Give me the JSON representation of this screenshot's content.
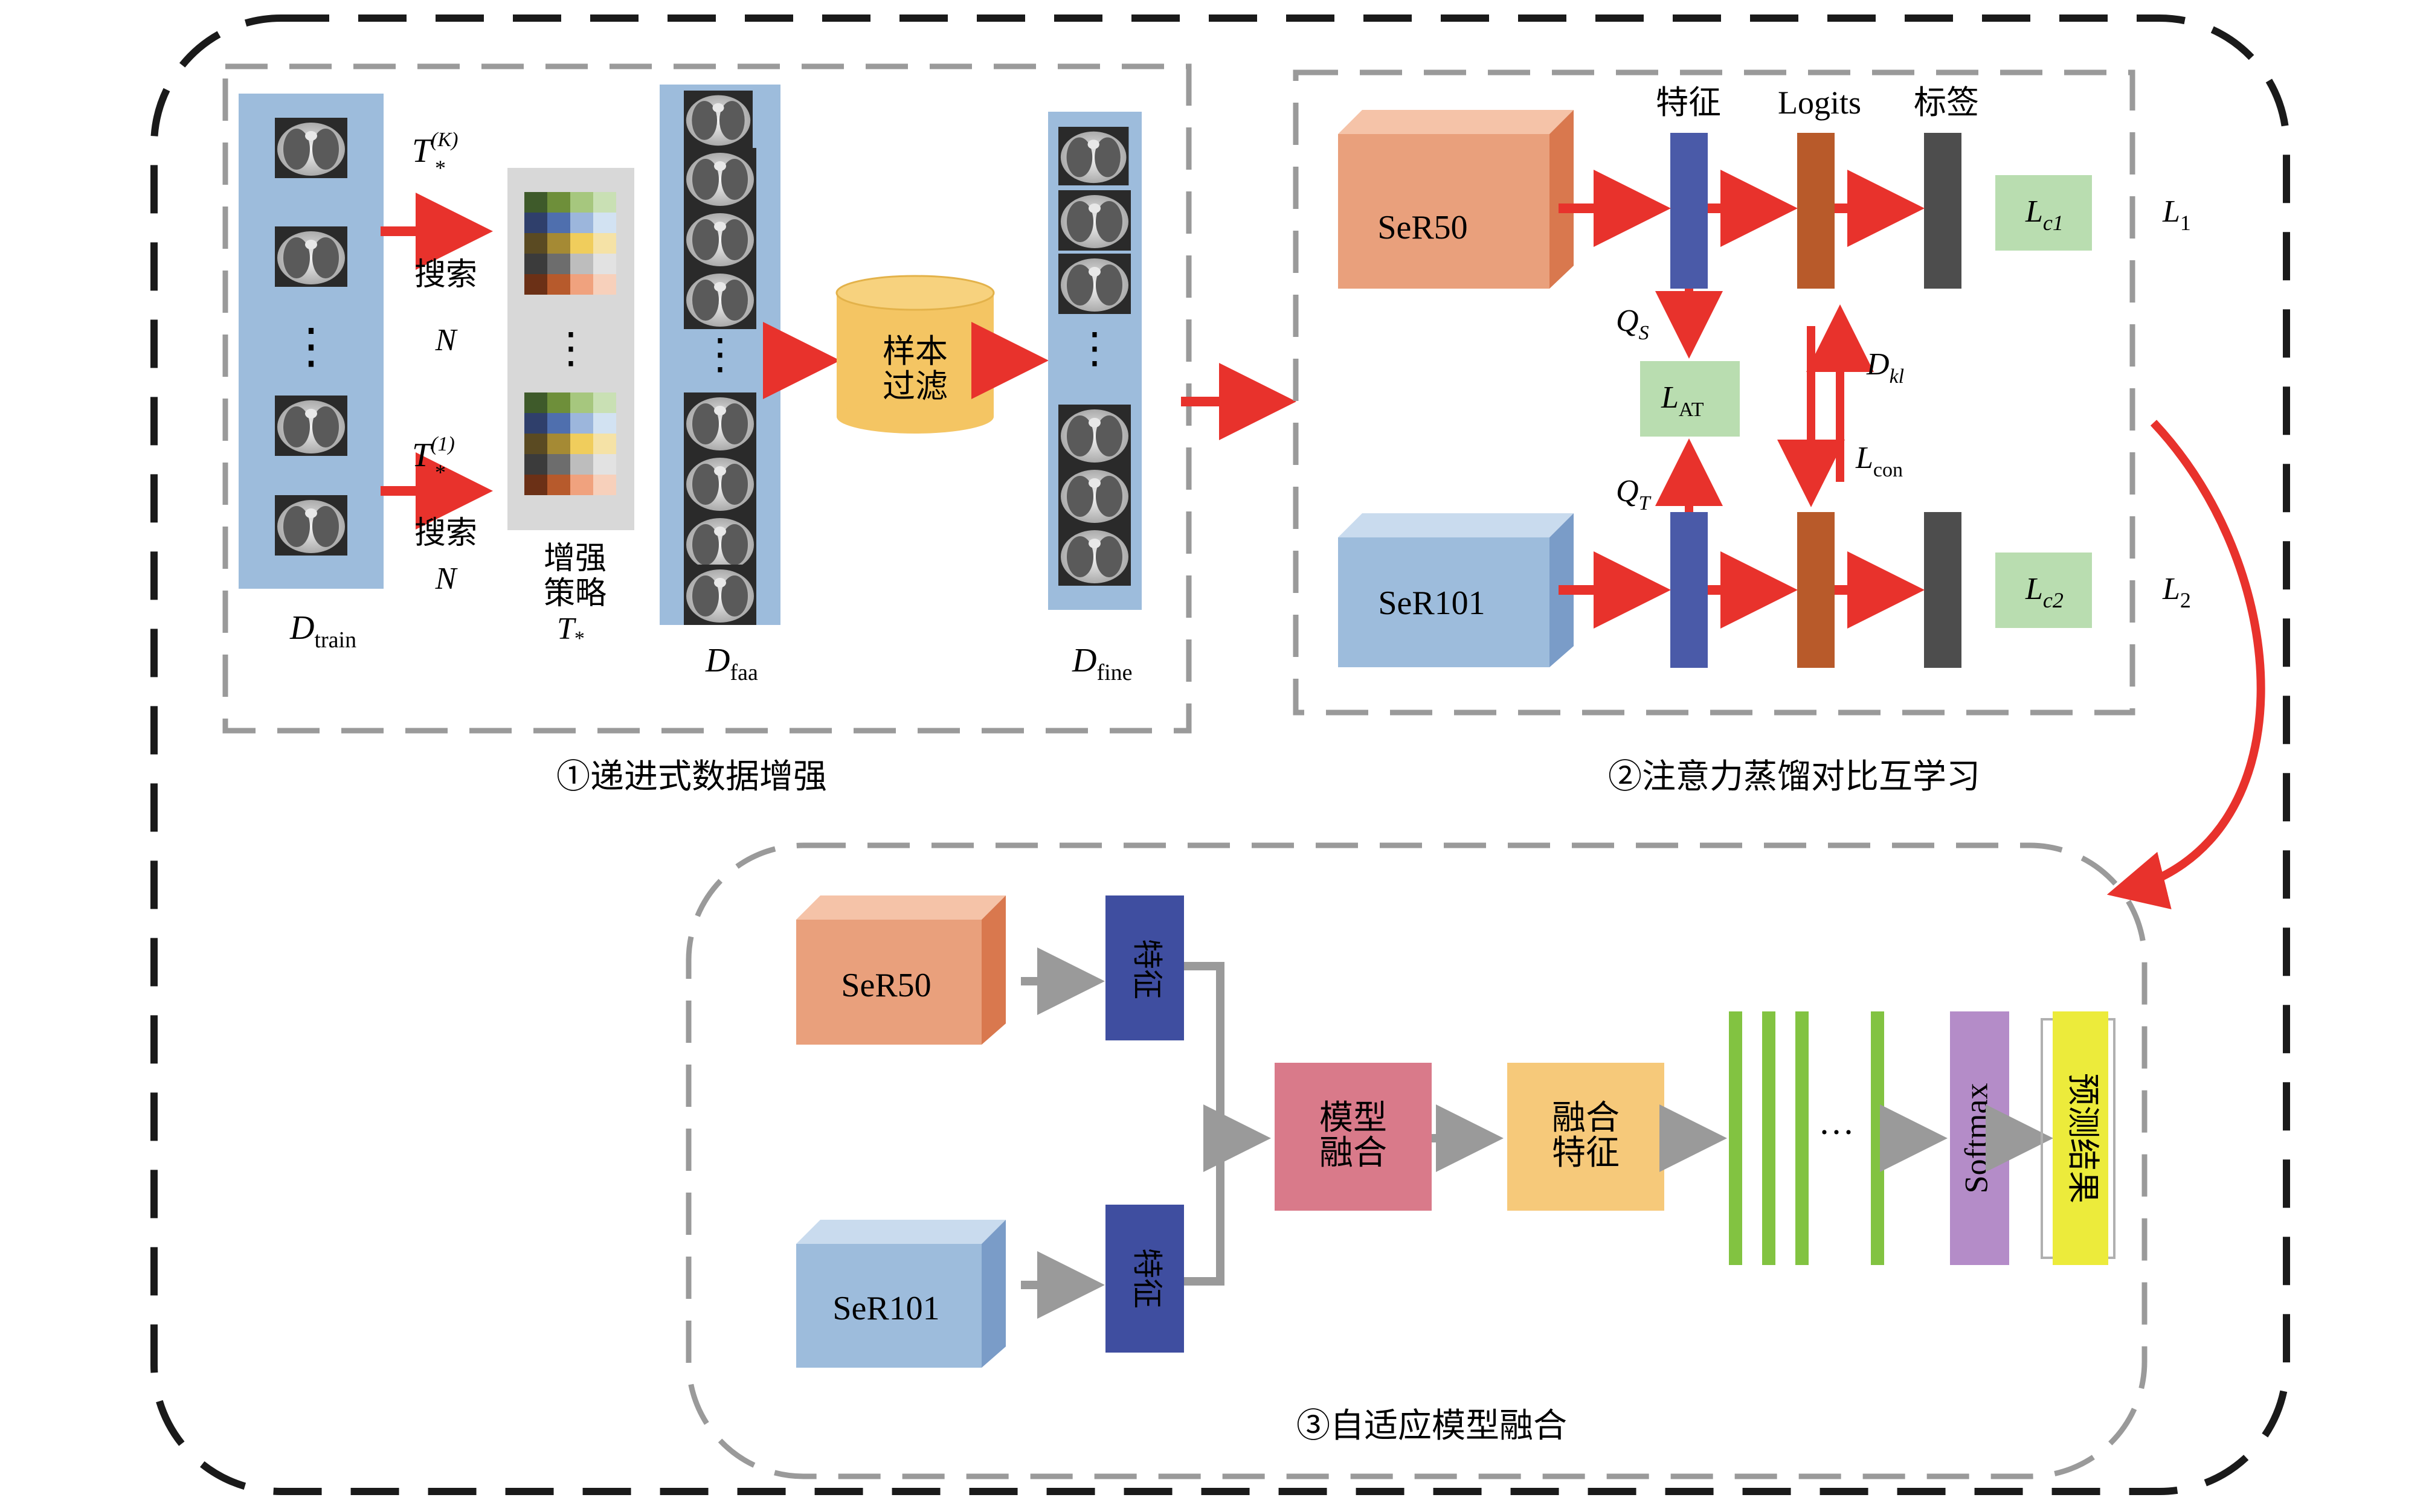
{
  "colors": {
    "red_arrow": "#e8322c",
    "gray_arrow": "#9a9a9a",
    "light_blue_panel": "#9dbcdc",
    "orange_box": "#e9a07c",
    "blue_box": "#9dbcdc",
    "feature_bar": "#4a5aa8",
    "logits_bar": "#b85a2a",
    "label_bar": "#4d4d4d",
    "loss_box": "#b9ddb0",
    "cylinder": "#f4c563",
    "model_fusion": "#d97a8a",
    "fusion_feature": "#f6c97a",
    "fc_bar": "#82c341",
    "softmax": "#b48cc8",
    "prediction": "#eceb3b"
  },
  "section1": {
    "caption": "①递进式数据增强",
    "d_train": {
      "main": "D",
      "sub": "train"
    },
    "d_faa": {
      "main": "D",
      "sub": "faa"
    },
    "d_fine": {
      "main": "D",
      "sub": "fine"
    },
    "t_top": {
      "main": "T",
      "sub": "*",
      "sup": "(K)"
    },
    "t_bottom": {
      "main": "T",
      "sub": "*",
      "sup": "(1)"
    },
    "search_top": "搜索",
    "search_bottom": "搜索",
    "n_top": "N",
    "n_bottom": "N",
    "policy_label_1": "增强",
    "policy_label_2": "策略",
    "policy_t": {
      "main": "T",
      "sub": "*"
    },
    "filter_1": "样本",
    "filter_2": "过滤",
    "vdots": "⋮"
  },
  "section2": {
    "caption": "②注意力蒸馏对比互学习",
    "model_top": "SeR50",
    "model_bottom": "SeR101",
    "header_feature": "特征",
    "header_logits": "Logits",
    "header_label": "标签",
    "lc1": {
      "main": "L",
      "sub": "c1"
    },
    "lc2": {
      "main": "L",
      "sub": "c2"
    },
    "l1": {
      "main": "L",
      "sub": "1"
    },
    "l2": {
      "main": "L",
      "sub": "2"
    },
    "qs": {
      "main": "Q",
      "sub": "S"
    },
    "qt": {
      "main": "Q",
      "sub": "T"
    },
    "lat": {
      "main": "L",
      "sub": "AT"
    },
    "dkl": {
      "main": "D",
      "sub": "kl"
    },
    "lcon": {
      "main": "L",
      "sub": "con"
    }
  },
  "section3": {
    "caption": "③自适应模型融合",
    "model_top": "SeR50",
    "model_bottom": "SeR101",
    "feature_top": "特征",
    "feature_bottom": "特征",
    "model_fusion_1": "模型",
    "model_fusion_2": "融合",
    "fusion_feature_1": "融合",
    "fusion_feature_2": "特征",
    "dots": "···",
    "softmax": "Softmax",
    "prediction": "预测结果"
  },
  "policy_palette": [
    [
      "#3e5a2a",
      "#6e8f3a",
      "#a6c77e",
      "#c9e0b4"
    ],
    [
      "#2f3f6b",
      "#4f6fae",
      "#9cb6dc",
      "#d2e2f2"
    ],
    [
      "#5a4a22",
      "#a58a34",
      "#f0cd5c",
      "#f5e2a6"
    ],
    [
      "#3b3b3b",
      "#6d6d6d",
      "#bdbdbd",
      "#e2e2e2"
    ],
    [
      "#6b3016",
      "#b75a2c",
      "#f0a27e",
      "#f7d0bb"
    ]
  ]
}
